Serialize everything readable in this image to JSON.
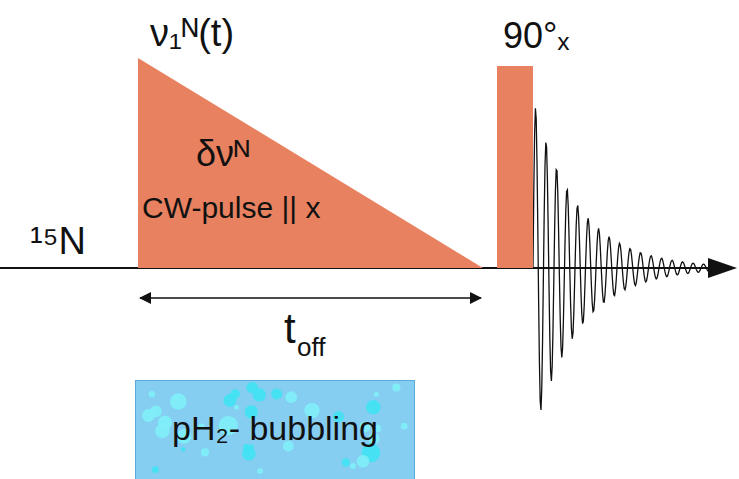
{
  "diagram": {
    "nodes": [
      {
        "text": [
          "δνᴺ",
          "CW-pulse || x"
        ]
      },
      {
        "text": [
          "90°ₓ"
        ]
      },
      {
        "text": [
          "pH₂- bubbling"
        ]
      }
    ],
    "labels": [
      "ν₁ᴺ(t)",
      "¹⁵N",
      "t",
      "off"
    ]
  }
}
